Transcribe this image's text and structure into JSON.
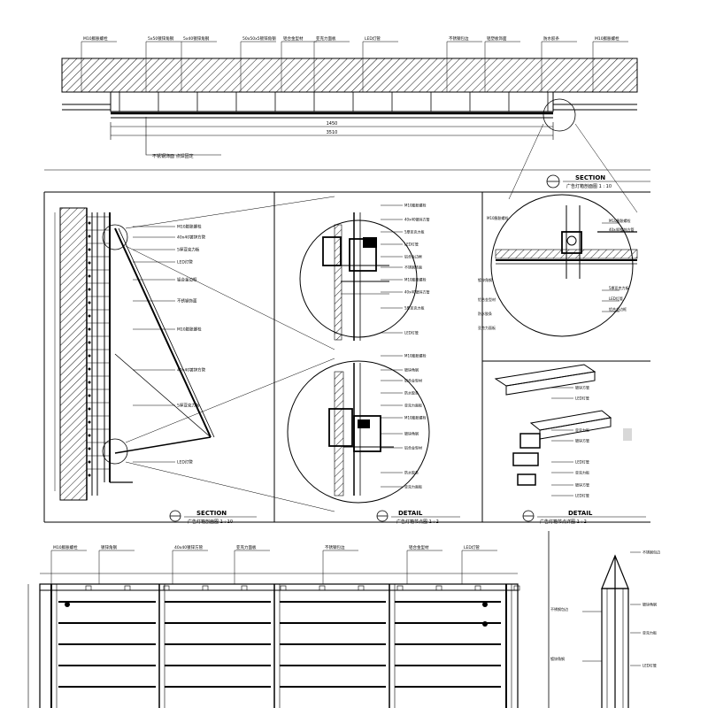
{
  "title_blocks": [
    {
      "heading": "SECTION",
      "subtitle": "广告灯箱剖面图 1 : 10"
    },
    {
      "heading": "SECTION",
      "subtitle": "广告灯箱剖面图 1 : 10"
    },
    {
      "heading": "DETAIL",
      "subtitle": "广告灯箱节点图 1 : 2"
    },
    {
      "heading": "DETAIL",
      "subtitle": "广告灯箱节点详图 1 : 2"
    }
  ],
  "plan_dimensions": {
    "overall": "3510",
    "middle": "1450"
  },
  "labels": {
    "top_row": [
      "M10膨胀螺栓",
      "5x50镀锌角钢",
      "5x40镀锌角钢",
      "50x50x5镀锌角钢",
      "铝合金型材",
      "亚克力面板",
      "LED灯管",
      "不锈钢包边",
      "铝塑板饰面",
      "防水胶条",
      "M10膨胀螺栓"
    ],
    "top_bottom": "不锈钢饰面 点焊固定",
    "detail1": [
      "M10膨胀螺栓",
      "40x40镀锌方管",
      "5厚亚克力板",
      "LED灯管",
      "铝合金边框",
      "不锈钢饰面"
    ],
    "detail2": [
      "M10膨胀螺栓",
      "镀锌角钢",
      "铝合金型材",
      "防水胶条",
      "亚克力面板"
    ],
    "detail3": [
      "镀锌方管",
      "LED灯管",
      "亚克力板"
    ],
    "bottom_top": [
      "M10膨胀螺栓",
      "镀锌角钢",
      "40x40镀锌方管",
      "亚克力面板",
      "不锈钢包边",
      "铝合金型材",
      "LED灯管"
    ],
    "bottom_side": [
      "不锈钢包边",
      "镀锌角钢",
      "亚克力板",
      "LED灯管"
    ]
  }
}
